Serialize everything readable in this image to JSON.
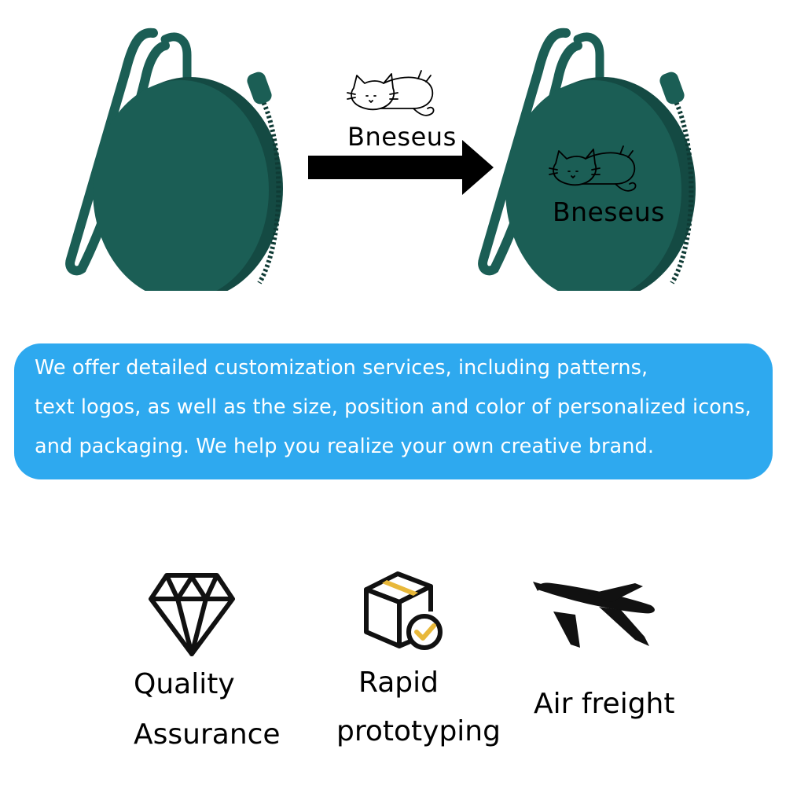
{
  "colors": {
    "pouch": "#1b5e55",
    "pouch_edge": "#144a43",
    "banner": "#2ea9ef",
    "banner_text": "#ffffff",
    "box_accent": "#e8b83a"
  },
  "left_graphic": {
    "name": "cat-line-drawing",
    "brand": "Bneseus"
  },
  "right_graphic": {
    "brand": "Bneseus"
  },
  "banner": {
    "lines": [
      "We offer detailed customization services, including patterns,",
      "text logos, as well as the size, position and color of personalized icons,",
      "and packaging. We help you realize your own creative brand."
    ]
  },
  "features": [
    {
      "icon": "diamond-icon",
      "line1": "Quality",
      "line2": "Assurance"
    },
    {
      "icon": "box-check-icon",
      "line1": "Rapid",
      "line2": "prototyping"
    },
    {
      "icon": "airplane-icon",
      "line1": "Air freight",
      "line2": ""
    }
  ]
}
